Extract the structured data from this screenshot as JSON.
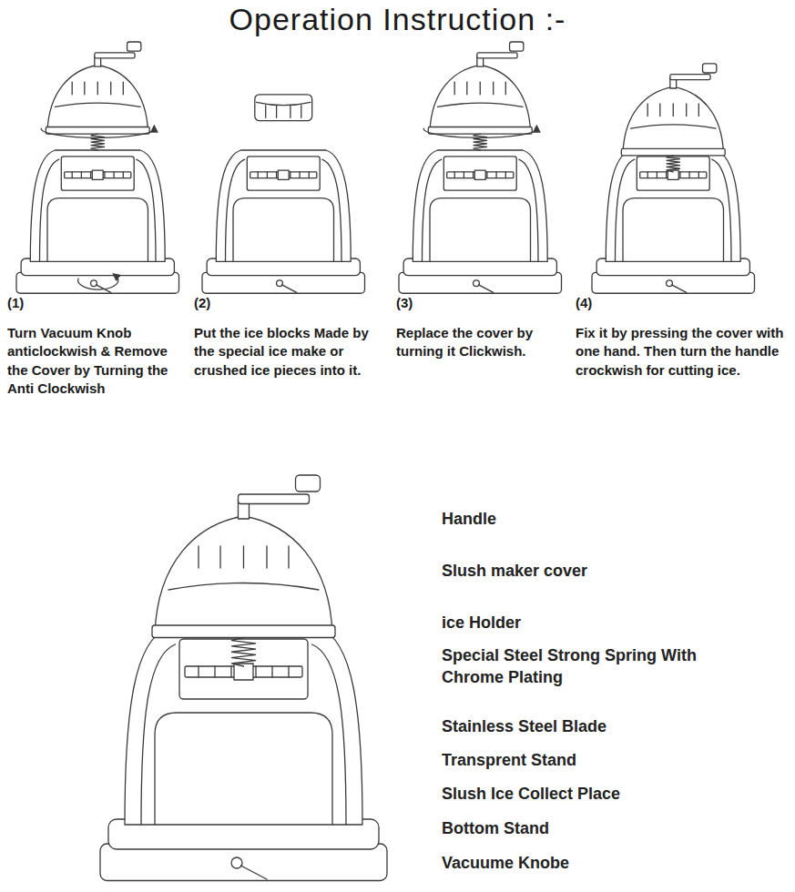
{
  "diagram": {
    "title": "Operation Instruction :-",
    "labels": [
      "(1)",
      "Turn Vacuum Knob anticlockwish & Remove the Cover by Turning the Anti Clockwish",
      "(2)",
      "Put the ice blocks Made by the special ice make or crushed ice pieces into it.",
      "(3)",
      "Replace the cover by turning it Clickwish.",
      "(4)",
      "Fix it by pressing the cover with one hand. Then turn the handle crockwish for cutting ice.",
      "Handle",
      "Slush maker cover",
      "ice Holder",
      "Special Steel Strong Spring With Chrome Plating",
      "Stainless Steel Blade",
      "Transprent Stand",
      "Slush Ice Collect Place",
      "Bottom Stand",
      "Vacuume Knobe"
    ]
  }
}
